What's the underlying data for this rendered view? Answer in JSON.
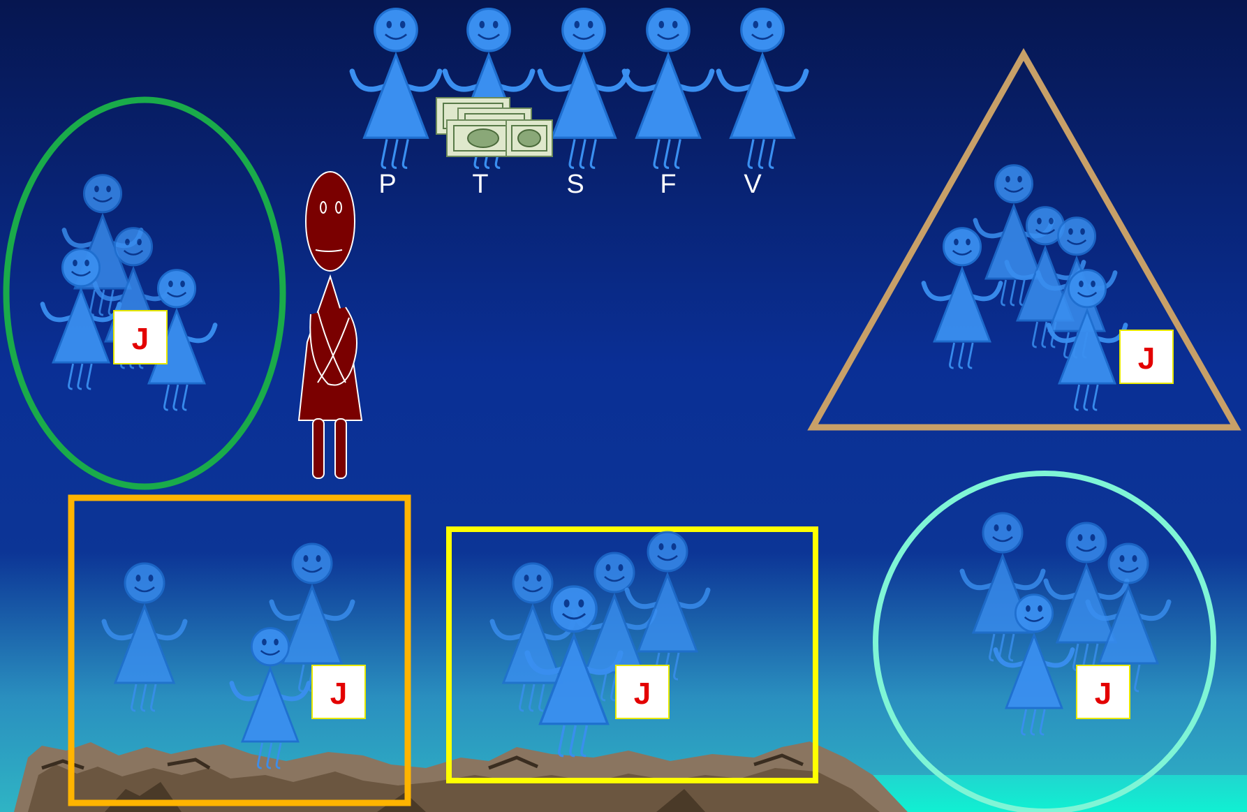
{
  "scene": {
    "colors": {
      "sky_top": "#061650",
      "sky_mid": "#0a2f95",
      "horizon": "#2ca6c0",
      "sea": "#1de8d0",
      "figure": "#3a8ff0",
      "figure_outline": "#1f6fd0",
      "leader": "#7a0000",
      "j_text": "#e30000",
      "j_box_border": "#e8e800"
    },
    "labels": [
      "P",
      "T",
      "S",
      "F",
      "V"
    ],
    "j_letter": "J",
    "money_icon": "banknote-stack-icon",
    "group_shapes": [
      {
        "name": "group-green-ellipse",
        "shape": "ellipse",
        "color": "#1aab4a"
      },
      {
        "name": "group-tan-triangle",
        "shape": "triangle",
        "color": "#c8a068"
      },
      {
        "name": "group-orange-square",
        "shape": "rectangle",
        "color": "#ffb400"
      },
      {
        "name": "group-yellow-rectangle",
        "shape": "rectangle",
        "color": "#ffff00"
      },
      {
        "name": "group-aqua-circle",
        "shape": "circle",
        "color": "#7ff5d6"
      }
    ]
  }
}
